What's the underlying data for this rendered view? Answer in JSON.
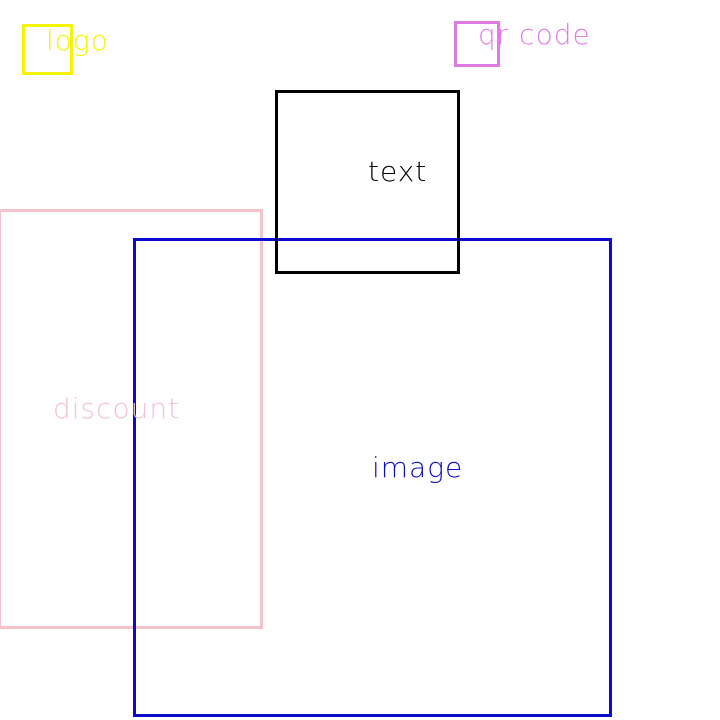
{
  "elements": {
    "discount": {
      "label": "discount",
      "color": "#f5c1cb"
    },
    "image": {
      "label": "image",
      "color": "#0b0bd0"
    },
    "text": {
      "label": "text",
      "color": "#000000"
    },
    "logo": {
      "label": "logo",
      "color": "#f5f500"
    },
    "qr_code": {
      "label": "qr code",
      "color": "#e07be6"
    }
  }
}
